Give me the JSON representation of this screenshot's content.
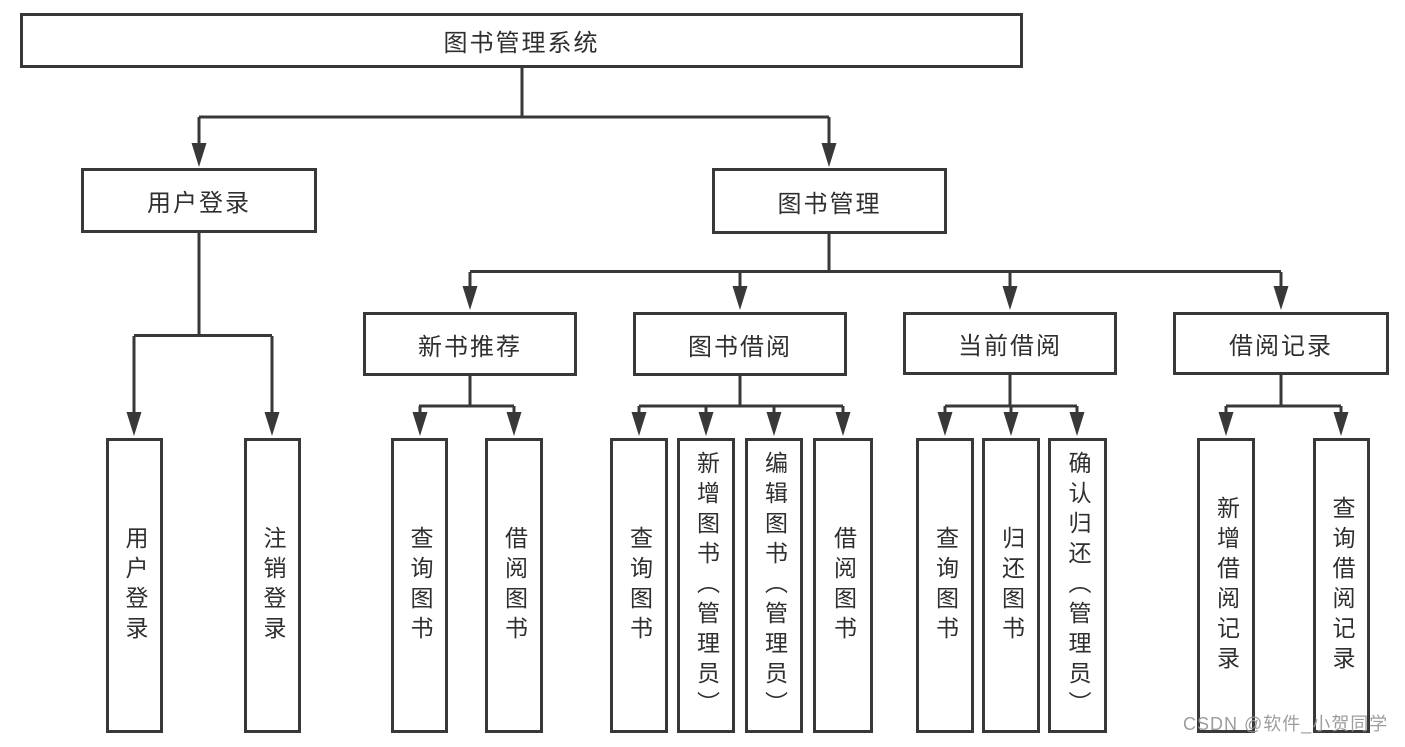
{
  "diagram": {
    "tree": {
      "label": "图书管理系统",
      "children": [
        {
          "label": "用户登录",
          "children": [
            {
              "label": "用户登录"
            },
            {
              "label": "注销登录"
            }
          ]
        },
        {
          "label": "图书管理",
          "children": [
            {
              "label": "新书推荐",
              "children": [
                {
                  "label": "查询图书"
                },
                {
                  "label": "借阅图书"
                }
              ]
            },
            {
              "label": "图书借阅",
              "children": [
                {
                  "label": "查询图书"
                },
                {
                  "label": "新增图书（管理员）"
                },
                {
                  "label": "编辑图书（管理员）"
                },
                {
                  "label": "借阅图书"
                }
              ]
            },
            {
              "label": "当前借阅",
              "children": [
                {
                  "label": "查询图书"
                },
                {
                  "label": "归还图书"
                },
                {
                  "label": "确认归还（管理员）"
                }
              ]
            },
            {
              "label": "借阅记录",
              "children": [
                {
                  "label": "新增借阅记录"
                },
                {
                  "label": "查询借阅记录"
                }
              ]
            }
          ]
        }
      ]
    },
    "watermark": "CSDN @软件_小贺同学",
    "colors": {
      "line": "#383838",
      "text": "#2f2f2f",
      "background": "#ffffff",
      "watermark": "#9c9c9c"
    }
  }
}
